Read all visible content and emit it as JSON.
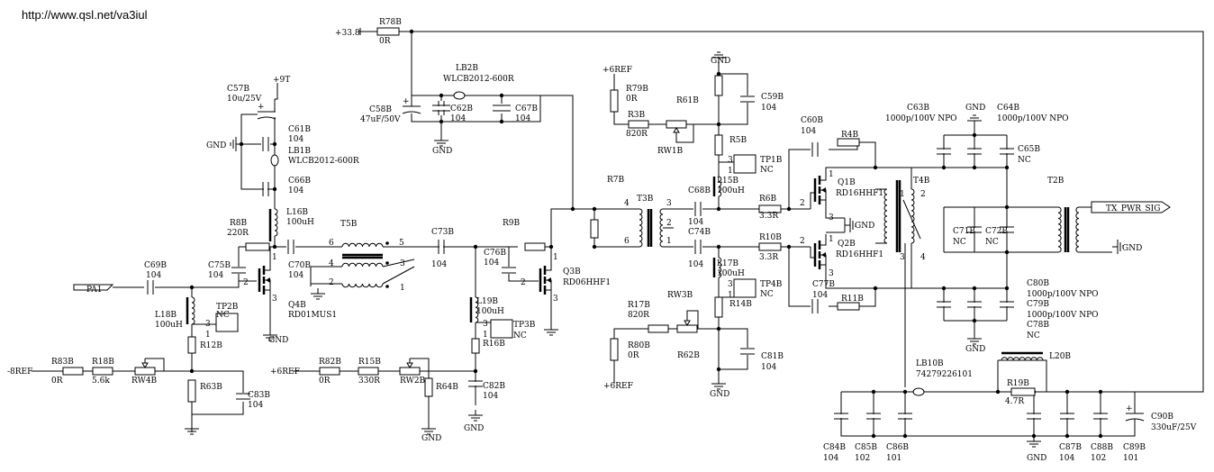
{
  "header": {
    "url": "http://www.qsl.net/va3iul"
  },
  "parts": {
    "R78B": {
      "ref": "R78B",
      "val": "0R"
    },
    "supply": {
      "ref": "+33.8"
    },
    "LB2B": {
      "ref": "LB2B",
      "val": "WLCB2012-600R"
    },
    "C58B": {
      "ref": "C58B",
      "val": "47uF/50V"
    },
    "C62B": {
      "ref": "C62B",
      "val": "104"
    },
    "C67B": {
      "ref": "C67B",
      "val": "104"
    },
    "gnd_c58": {
      "ref": "GND"
    },
    "C57B": {
      "ref": "C57B",
      "val": "10u/25V"
    },
    "p9t": {
      "ref": "+9T"
    },
    "C61B": {
      "ref": "C61B",
      "val": "104"
    },
    "LB1B": {
      "ref": "LB1B",
      "val": "WLCB2012-600R"
    },
    "C66B": {
      "ref": "C66B",
      "val": "104"
    },
    "gnd_left": {
      "ref": "GND"
    },
    "L16B": {
      "ref": "L16B",
      "val": "100uH"
    },
    "R8B": {
      "ref": "R8B",
      "val": "220R"
    },
    "C70B": {
      "ref": "C70B",
      "val": "104"
    },
    "T5B": {
      "ref": "T5B"
    },
    "C69B": {
      "ref": "C69B",
      "val": "104"
    },
    "C75B": {
      "ref": "C75B",
      "val": "104"
    },
    "PA1": {
      "ref": "PA1"
    },
    "L18B": {
      "ref": "L18B",
      "val": "100uH"
    },
    "TP2B": {
      "ref": "TP2B",
      "val": "NC"
    },
    "Q4B": {
      "ref": "Q4B",
      "val": "RD01MUS1"
    },
    "gnd_q4": {
      "ref": "GND"
    },
    "R12B": {
      "ref": "R12B"
    },
    "R63B": {
      "ref": "R63B"
    },
    "C83B": {
      "ref": "C83B",
      "val": "104"
    },
    "m8REF": {
      "ref": "-8REF"
    },
    "R83B": {
      "ref": "R83B",
      "val": "0R"
    },
    "R18B": {
      "ref": "R18B",
      "val": "5.6k"
    },
    "RW4B": {
      "ref": "RW4B"
    },
    "C73B": {
      "ref": "C73B",
      "val": "104"
    },
    "R9B": {
      "ref": "R9B"
    },
    "C76B": {
      "ref": "C76B",
      "val": "104"
    },
    "Q3B": {
      "ref": "Q3B",
      "val": "RD06HHF1"
    },
    "L19B": {
      "ref": "L19B",
      "val": "100uH"
    },
    "TP3B": {
      "ref": "TP3B",
      "val": "NC"
    },
    "R16B": {
      "ref": "R16B"
    },
    "C82B": {
      "ref": "C82B",
      "val": "104"
    },
    "gnd_c82": {
      "ref": "GND"
    },
    "p6REF_mid": {
      "ref": "+6REF"
    },
    "R82B": {
      "ref": "R82B",
      "val": "0R"
    },
    "R15B": {
      "ref": "R15B",
      "val": "330R"
    },
    "RW2B": {
      "ref": "RW2B"
    },
    "R64B": {
      "ref": "R64B"
    },
    "gnd_r64": {
      "ref": "GND"
    },
    "R7B": {
      "ref": "R7B"
    },
    "T3B": {
      "ref": "T3B"
    },
    "p6REF_top": {
      "ref": "+6REF"
    },
    "R79B": {
      "ref": "R79B",
      "val": "0R"
    },
    "R3B": {
      "ref": "R3B",
      "val": "820R"
    },
    "R61B": {
      "ref": "R61B"
    },
    "RW1B": {
      "ref": "RW1B"
    },
    "gnd_top": {
      "ref": "GND"
    },
    "C59B": {
      "ref": "C59B",
      "val": "104"
    },
    "R5B": {
      "ref": "R5B"
    },
    "TP1B": {
      "ref": "TP1B",
      "val": "NC"
    },
    "C68B": {
      "ref": "C68B",
      "val": "104"
    },
    "L15B": {
      "ref": "L15B",
      "val": "100uH"
    },
    "R6B": {
      "ref": "R6B",
      "val": "3.3R"
    },
    "C74B": {
      "ref": "C74B",
      "val": "104"
    },
    "R10B": {
      "ref": "R10B",
      "val": "3.3R"
    },
    "L17B": {
      "ref": "L17B",
      "val": "100uH"
    },
    "TP4B": {
      "ref": "TP4B",
      "val": "NC"
    },
    "R14B": {
      "ref": "R14B"
    },
    "R17B": {
      "ref": "R17B",
      "val": "820R"
    },
    "RW3B": {
      "ref": "RW3B"
    },
    "R80B": {
      "ref": "R80B",
      "val": "0R"
    },
    "p6REF_bot": {
      "ref": "+6REF"
    },
    "R62B": {
      "ref": "R62B"
    },
    "C81B": {
      "ref": "C81B",
      "val": "104"
    },
    "gnd_c81": {
      "ref": "GND"
    },
    "C60B": {
      "ref": "C60B",
      "val": "104"
    },
    "R4B": {
      "ref": "R4B"
    },
    "Q1B": {
      "ref": "Q1B",
      "val": "RD16HHF1"
    },
    "Q2B": {
      "ref": "Q2B",
      "val": "RD16HHF1"
    },
    "gnd_q": {
      "ref": "GND"
    },
    "C77B": {
      "ref": "C77B",
      "val": "104"
    },
    "R11B": {
      "ref": "R11B"
    },
    "T4B": {
      "ref": "T4B"
    },
    "C63B": {
      "ref": "C63B",
      "val": "1000p/100V NPO"
    },
    "C64B": {
      "ref": "C64B",
      "val": "1000p/100V NPO"
    },
    "gnd_c64": {
      "ref": "GND"
    },
    "C65B": {
      "ref": "C65B",
      "val": "NC"
    },
    "T2B": {
      "ref": "T2B"
    },
    "TX_PWR_SIG": {
      "ref": "TX_PWR_SIG"
    },
    "C71B": {
      "ref": "C71B",
      "val": "NC"
    },
    "C72B": {
      "ref": "C72B",
      "val": "NC"
    },
    "gnd_t2": {
      "ref": "GND"
    },
    "C80B": {
      "ref": "C80B",
      "val": "1000p/100V NPO"
    },
    "C79B": {
      "ref": "C79B",
      "val": "1000p/100V NPO"
    },
    "C78B": {
      "ref": "C78B",
      "val": "NC"
    },
    "gnd_c79": {
      "ref": "GND"
    },
    "LB10B": {
      "ref": "LB10B",
      "val": "74279226101"
    },
    "L20B": {
      "ref": "L20B"
    },
    "R19B": {
      "ref": "R19B",
      "val": "4.7R"
    },
    "C90B": {
      "ref": "C90B",
      "val": "330uF/25V"
    },
    "C84B": {
      "ref": "C84B",
      "val": "104"
    },
    "C85B": {
      "ref": "C85B",
      "val": "102"
    },
    "C86B": {
      "ref": "C86B",
      "val": "101"
    },
    "gnd_bot": {
      "ref": "GND"
    },
    "C87B": {
      "ref": "C87B",
      "val": "104"
    },
    "C88B": {
      "ref": "C88B",
      "val": "102"
    },
    "C89B": {
      "ref": "C89B",
      "val": "101"
    }
  }
}
